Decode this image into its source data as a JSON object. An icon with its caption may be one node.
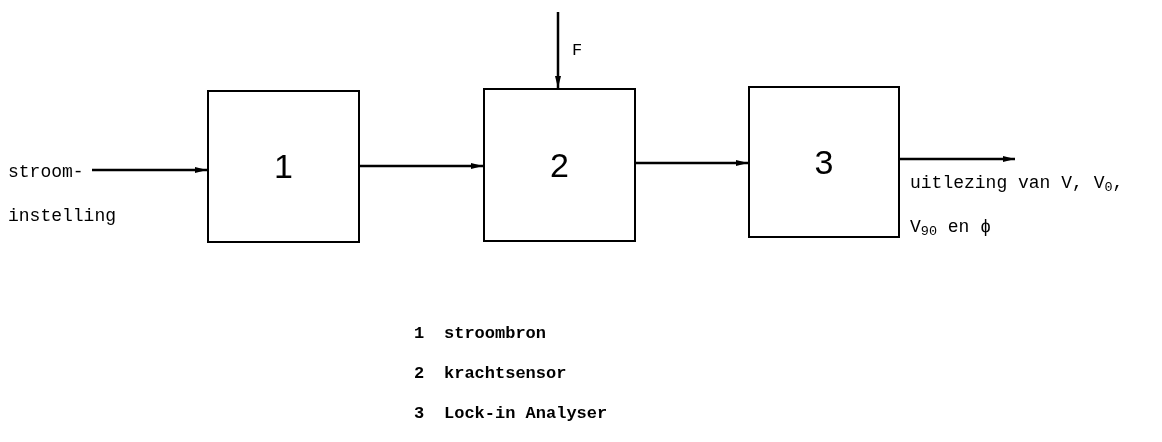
{
  "diagram": {
    "nodes": [
      {
        "text": [
          "stroom- instelling"
        ]
      },
      {
        "text": [
          "1"
        ]
      },
      {
        "text": [
          "2"
        ]
      },
      {
        "text": [
          "3"
        ]
      },
      {
        "text": [
          "uitlezing van V, V$_{0}$, V$_{90}$ en ϕ"
        ]
      }
    ],
    "edges": [
      {
        "from": 0,
        "to": 1,
        "arrow": "to"
      },
      {
        "from": 1,
        "to": 2,
        "arrow": "to"
      },
      {
        "from": null,
        "to": 2,
        "arrow": "to",
        "label": "F"
      },
      {
        "from": 2,
        "to": 3,
        "arrow": "to"
      },
      {
        "from": 3,
        "to": 4,
        "arrow": "to"
      }
    ],
    "labels": [
      "1",
      "stroombron",
      "2",
      "krachtsensor",
      "3",
      "Lock-in Analyser"
    ]
  }
}
